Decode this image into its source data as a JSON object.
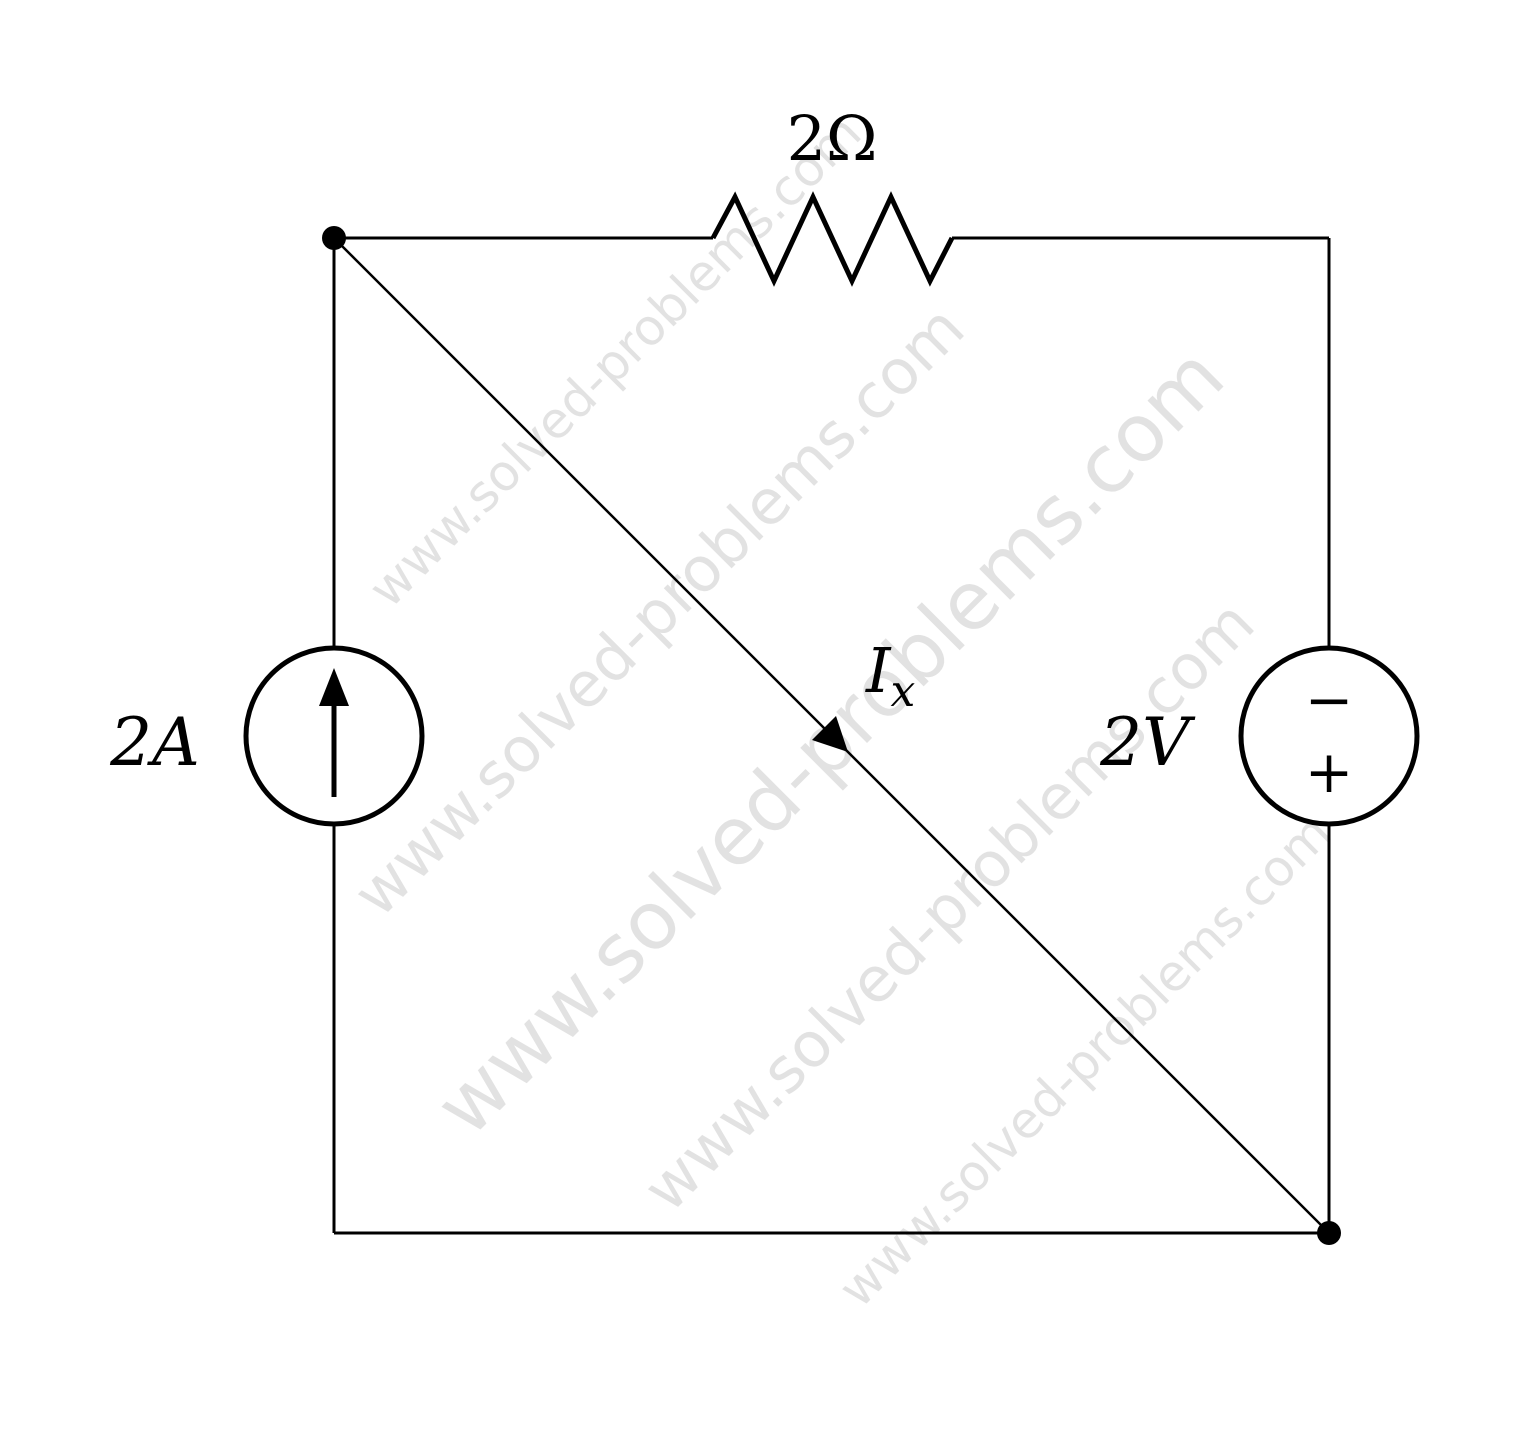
{
  "diagram": {
    "type": "circuit",
    "resistor_label": "2Ω",
    "current_source_label": "2A",
    "voltage_source_label": "2V",
    "current_label_main": "I",
    "current_label_sub": "x",
    "voltage_source_top_sign": "−",
    "voltage_source_bottom_sign": "+"
  },
  "watermarks": [
    "www.solved-problems.com",
    "www.solved-problems.com",
    "www.solved-problems.com",
    "www.solved-problems.com",
    "www.solved-problems.com"
  ],
  "colors": {
    "line": "#000000",
    "watermark": "#c8c8c8"
  }
}
